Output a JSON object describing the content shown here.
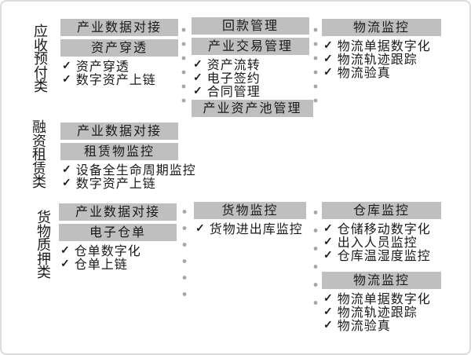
{
  "icons": {
    "check": "✓",
    "dot": "•"
  },
  "colors": {
    "header_box_bg": "#bfbfbf",
    "text": "#1a1a1a",
    "dot": "#a6a6a6",
    "canvas_border": "#dcdcdc",
    "background": "#ffffff"
  },
  "groups": [
    {
      "label": "应收预付类",
      "columns": [
        {
          "sections": [
            {
              "headers": [
                "产业数据对接",
                "资产穿透"
              ],
              "items": [
                "资产穿透",
                "数字资产上链"
              ]
            }
          ]
        },
        {
          "sections": [
            {
              "headers": [
                "回款管理",
                "产业交易管理"
              ],
              "items": [
                "资产流转",
                "电子签约",
                "合同管理"
              ]
            },
            {
              "headers": [
                "产业资产池管理"
              ],
              "items": []
            }
          ]
        },
        {
          "sections": [
            {
              "headers": [
                "物流监控"
              ],
              "items": [
                "物流单据数字化",
                "物流轨迹跟踪",
                "物流验真"
              ]
            }
          ]
        }
      ]
    },
    {
      "label": "融资租赁类",
      "columns": [
        {
          "sections": [
            {
              "headers": [
                "产业数据对接",
                "租赁物监控"
              ],
              "items": [
                "设备全生命周期监控",
                "数字资产上链"
              ]
            }
          ]
        }
      ]
    },
    {
      "label": "货物质押类",
      "columns": [
        {
          "sections": [
            {
              "headers": [
                "产业数据对接",
                "电子仓单"
              ],
              "items": [
                "仓单数字化",
                "仓单上链"
              ]
            }
          ]
        },
        {
          "sections": [
            {
              "headers": [
                "货物监控"
              ],
              "items": [
                "货物进出库监控"
              ]
            }
          ]
        },
        {
          "sections": [
            {
              "headers": [
                "仓库监控"
              ],
              "items": [
                "仓储移动数字化",
                "出入人员监控",
                "仓库温湿度监控"
              ]
            },
            {
              "headers": [
                "物流监控"
              ],
              "items": [
                "物流单据数字化",
                "物流轨迹跟踪",
                "物流验真"
              ]
            }
          ]
        }
      ]
    }
  ]
}
